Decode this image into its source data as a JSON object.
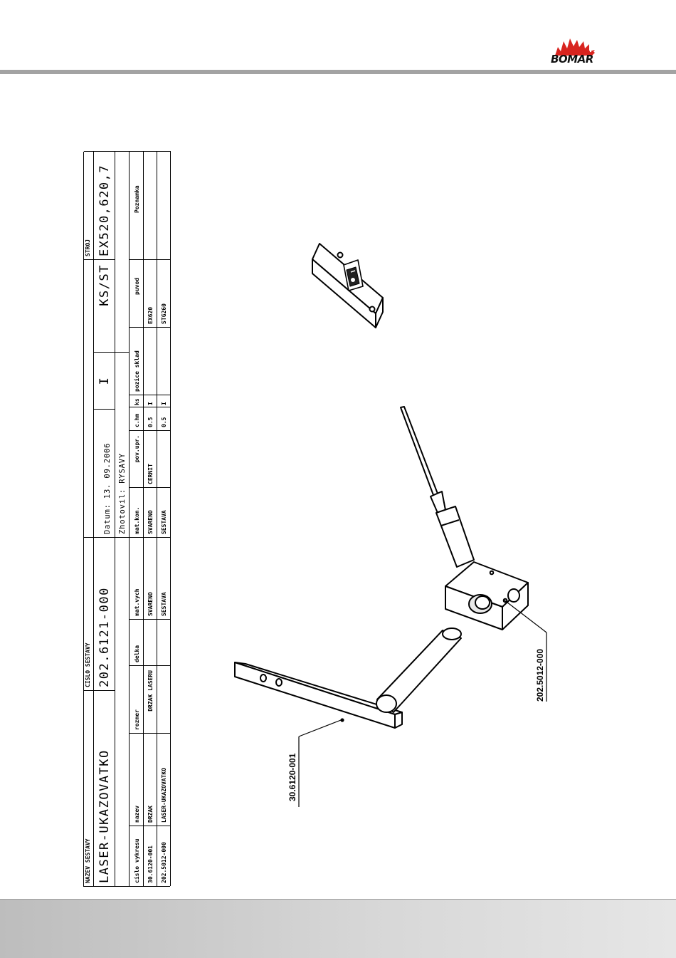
{
  "header": {
    "logo_text": "BOMAR"
  },
  "title_block": {
    "labels": {
      "assembly_name": "NAZEV SESTAVY",
      "assembly_number": "CISLO SESTAVY",
      "machine": "STROJ"
    },
    "assembly_name": "LASER-UKAZOVATKO",
    "assembly_number": "202.6121-000",
    "date": "Datum: 13. 09.2006",
    "drawn_by": "Zhotovil: RYSAVY",
    "roman_one": "I",
    "ks_st": "KS/ST",
    "machine": "EX520,620,7",
    "columns": [
      "cislo vykresu",
      "nazev",
      "rozmer",
      "delka",
      "mat.vych",
      "mat.kon.",
      "pov.upr.",
      "c.hm",
      "ks",
      "pozice sklad",
      "puvod",
      "Poznamka"
    ],
    "rows": [
      [
        "30.6120-001",
        "DRZAK",
        "DRZAK LASERU",
        "",
        "SVARENO",
        "SVARENO",
        "CERNIT",
        "0.5",
        "I",
        "",
        "EX620",
        ""
      ],
      [
        "202.5012-000",
        "LASER-UKAZOVATKO",
        "",
        "",
        "SESTAVA",
        "SESTAVA",
        "",
        "0.5",
        "I",
        "",
        "STG260",
        ""
      ]
    ]
  },
  "callouts": {
    "bracket_part": "30.6120-001",
    "laser_part": "202.5012-000"
  }
}
